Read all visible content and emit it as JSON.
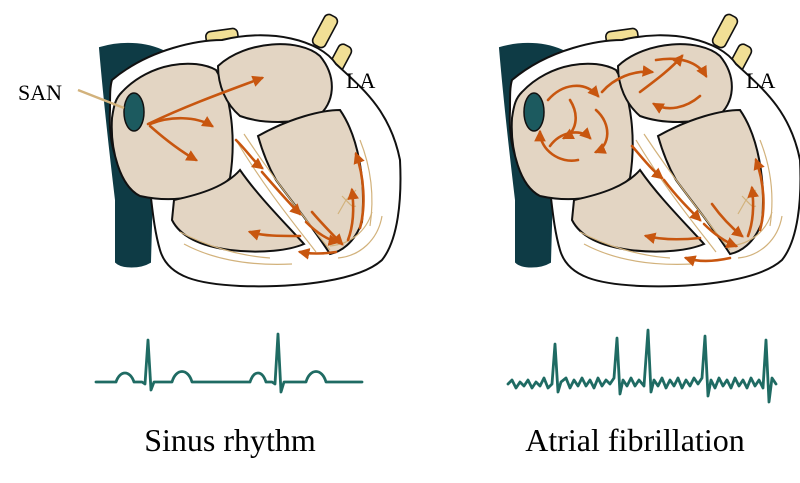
{
  "colors": {
    "tissue": "#e3d5c3",
    "outline": "#111111",
    "vena_cava": "#0e3b45",
    "node": "#1c5a5f",
    "vessels": "#f1df95",
    "impulse": "#c8560f",
    "fibres": "#d2b27c",
    "ecg": "#1f6b63"
  },
  "panels": [
    {
      "label_san": "SAN",
      "label_la": "LA",
      "caption": "Sinus rhythm",
      "rhythm": "regular"
    },
    {
      "label_la": "LA",
      "caption": "Atrial fibrillation",
      "rhythm": "irregular"
    }
  ]
}
